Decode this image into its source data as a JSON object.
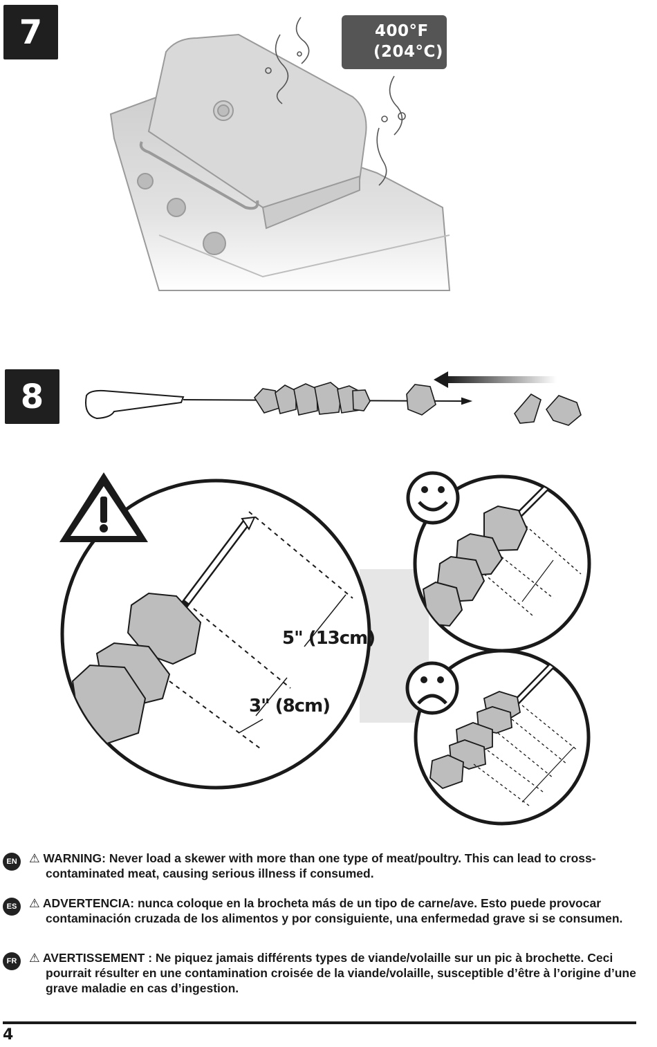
{
  "steps": {
    "step7_number": "7",
    "step8_number": "8"
  },
  "temperature": {
    "fahrenheit": "400°F",
    "celsius": "(204°C)"
  },
  "dimensions": {
    "long": "5\" (13cm)",
    "short": "3\" (8cm)"
  },
  "icons": {
    "thermometer": "thermometer-icon",
    "warning": "warning-triangle-icon",
    "happy": "happy-face-icon",
    "sad": "sad-face-icon"
  },
  "warnings": [
    {
      "lang": "EN",
      "text": "⚠ WARNING: Never load a skewer with more than one type of meat/poultry. This can lead to cross-contaminated meat, causing serious illness if consumed."
    },
    {
      "lang": "ES",
      "text": "⚠ ADVERTENCIA: nunca coloque en la brocheta más de un tipo de carne/ave. Esto puede provocar contaminación cruzada de los alimentos y por consiguiente, una enfermedad grave si se consumen."
    },
    {
      "lang": "FR",
      "text": "⚠ AVERTISSEMENT : Ne piquez jamais différents types de viande/volaille sur un pic à brochette.  Ceci pourrait résulter en une contamination croisée de la viande/volaille, susceptible d’être à l’origine d’une grave maladie en cas d’ingestion."
    }
  ],
  "page_number": "4"
}
